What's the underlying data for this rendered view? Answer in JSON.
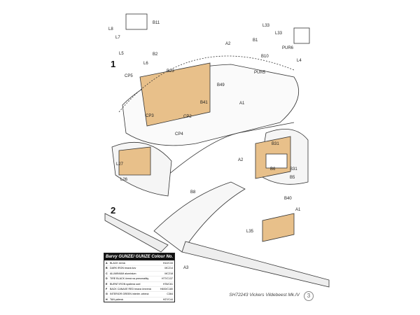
{
  "labels": {
    "l8": "L8",
    "b11": "B11",
    "l7": "L7",
    "l5": "L5",
    "b2": "B2",
    "l6": "L6",
    "a2": "A2",
    "b23": "B23",
    "cp5": "CP5",
    "b49": "B49",
    "b41": "B41",
    "cp3": "CP3",
    "cp2": "CP2",
    "cp4": "CP4",
    "a1": "A1",
    "l33a": "L33",
    "l33b": "L33",
    "b1": "B1",
    "pur6": "PUR6",
    "b10": "B10",
    "l4": "L4",
    "pur5": "PUR5",
    "l27": "L27",
    "l26": "L26",
    "b8": "B8",
    "a3": "A3",
    "a2b": "A2",
    "b31a": "B31",
    "b6": "B6",
    "b31b": "B31",
    "b5": "B5",
    "b40": "B40",
    "a1b": "A1",
    "l35": "L35"
  },
  "steps": [
    "1",
    "2"
  ],
  "table": {
    "title": "Barvy GUNZE/ GUNZE Colour No.",
    "rows": [
      {
        "k": "A",
        "name": "BLACK černá",
        "code": "H12/C33"
      },
      {
        "k": "B",
        "name": "DARK IRON tmavá kov",
        "code": "MC214"
      },
      {
        "k": "C",
        "name": "ALUMINIUM aluminium",
        "code": "MC218"
      },
      {
        "k": "D",
        "name": "TIRE BLACK černá na pneumatiky",
        "code": "H77/C137"
      },
      {
        "k": "E",
        "name": "BURNT IRON spálená ocel",
        "code": "H76/C61"
      },
      {
        "k": "F",
        "name": "BACK CANAXE RED tmavá červená",
        "code": "H400/C180"
      },
      {
        "k": "G",
        "name": "INTERIOR GREEN interiér. zelená",
        "code": "C364"
      },
      {
        "k": "H",
        "name": "TAN pálená",
        "code": "H27/C44"
      }
    ]
  },
  "footer": "SH72243 Vickers Vildebeest Mk.IV",
  "page": "3"
}
